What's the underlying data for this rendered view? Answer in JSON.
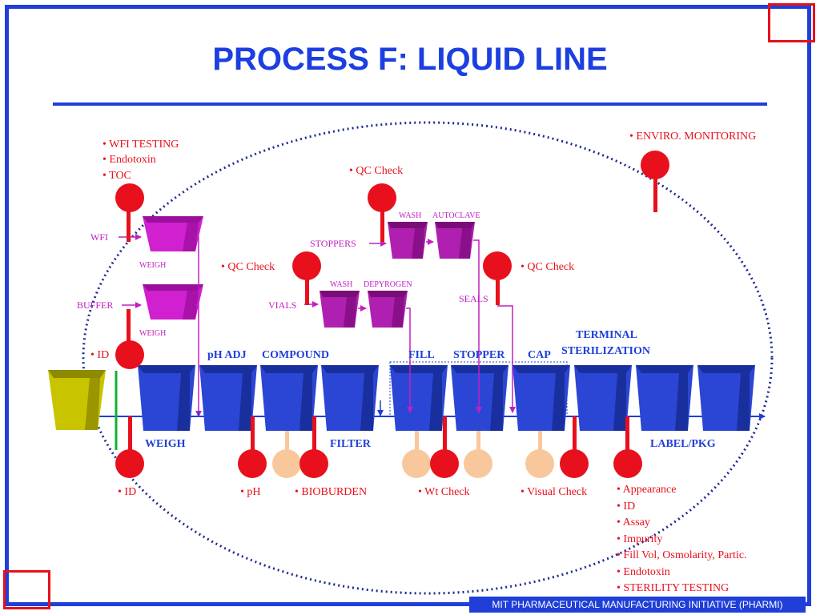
{
  "title": "PROCESS F: LIQUID LINE",
  "footer": "MIT PHARMACEUTICAL MANUFACTURING INITIATIVE (PHARMI)",
  "colors": {
    "blue": "#1f3fd8",
    "red": "#e8101c",
    "magenta": "#c020c0",
    "purple": "#a0109a",
    "yellow": "#c8c400",
    "peach": "#f8c89c",
    "green": "#10b030"
  },
  "top_labels": {
    "wfi_testing": [
      "• WFI TESTING",
      "• Endotoxin",
      "• TOC"
    ],
    "enviro": "• ENVIRO. MONITORING",
    "qc_check_stoppers": "• QC Check",
    "qc_check_vials": "• QC Check",
    "qc_check_seals": "• QC Check",
    "id_top": "• ID"
  },
  "inputs": {
    "wfi": "WFI",
    "buffer": "BUFFER",
    "weigh1": "WEIGH",
    "weigh2": "WEIGH",
    "stoppers": "STOPPERS",
    "vials": "VIALS",
    "seals": "SEALS",
    "wash1": "WASH",
    "autoclave": "AUTOCLAVE",
    "wash2": "WASH",
    "depyrogen": "DEPYROGEN"
  },
  "stations": {
    "ph_adj": "pH ADJ",
    "compound": "COMPOUND",
    "fill": "FILL",
    "stopper": "STOPPER",
    "cap": "CAP",
    "terminal": [
      "TERMINAL",
      "STERILIZATION"
    ],
    "weigh": "WEIGH",
    "filter": "FILTER",
    "label_pkg": "LABEL/PKG"
  },
  "bottom_labels": {
    "id": "• ID",
    "ph": "• pH",
    "bioburden": "• BIOBURDEN",
    "wt_check": "• Wt Check",
    "visual_check": "• Visual Check",
    "release_tests": [
      "• Appearance",
      "• ID",
      "• Assay",
      "• Impurity",
      "• Fill Vol, Osmolarity, Partic.",
      "• Endotoxin",
      "• STERILITY TESTING"
    ]
  }
}
